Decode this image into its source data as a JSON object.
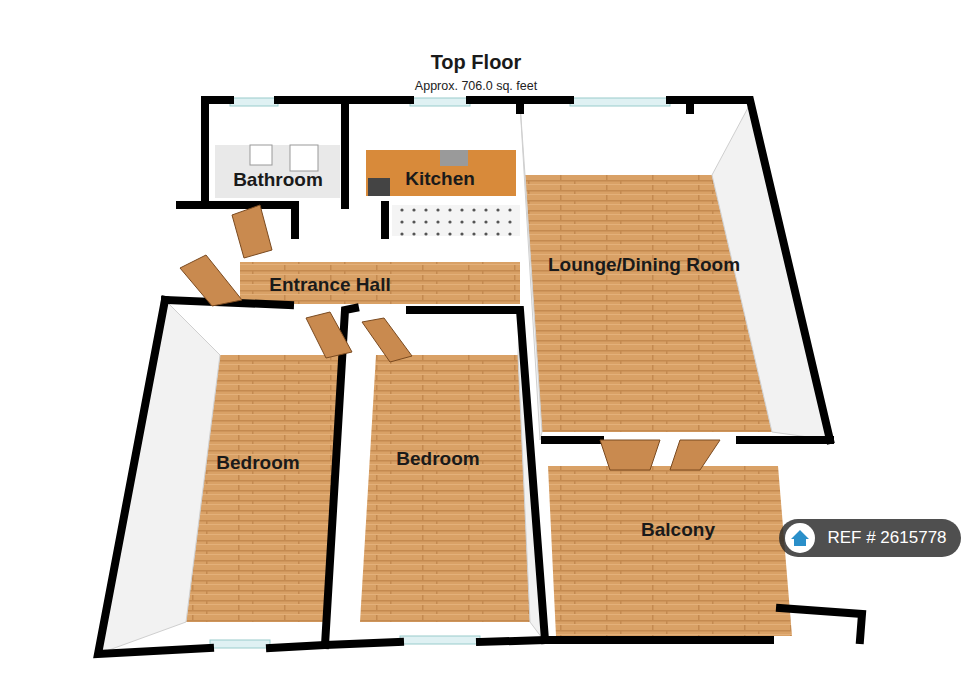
{
  "diagram": {
    "title": "Top Floor",
    "nodes": [
      {
        "text": [
          "Bathroom"
        ]
      },
      {
        "text": [
          "Kitchen"
        ]
      },
      {
        "text": [
          "Lounge/Dining Room"
        ]
      },
      {
        "text": [
          "Entrance Hall"
        ]
      },
      {
        "text": [
          "Bedroom"
        ]
      },
      {
        "text": [
          "Bedroom"
        ]
      },
      {
        "text": [
          "Balcony"
        ]
      },
      {
        "text": [
          "REF # 2615778"
        ]
      }
    ],
    "labels": [
      "Approx. 706.0 sq. feet"
    ]
  }
}
